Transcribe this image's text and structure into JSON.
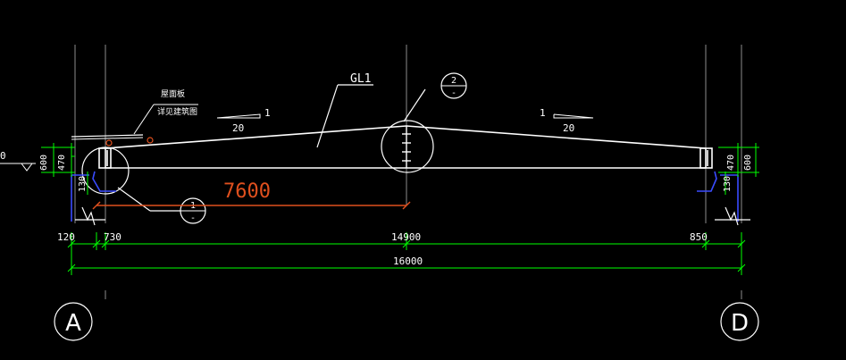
{
  "beam": {
    "label": "GL1"
  },
  "slope": {
    "left_num": "1",
    "left_den": "20",
    "right_num": "1",
    "right_den": "20"
  },
  "note": {
    "line1": "屋面板",
    "line2": "详见建筑图"
  },
  "detail_markers": [
    {
      "number": "2",
      "sheet": "-"
    },
    {
      "number": "1",
      "sheet": "-"
    }
  ],
  "span_dimension": {
    "text": "7600",
    "color": "#e0501e"
  },
  "left_heights": {
    "h1": "600",
    "h2": "470",
    "h3": "130"
  },
  "right_heights": {
    "h1": "600",
    "h2": "470",
    "h3": "130"
  },
  "bottom_dims": {
    "d1": "120",
    "d2": "730",
    "d3": "14900",
    "d4": "850",
    "total": "16000"
  },
  "left_edge_label": "0",
  "axes": {
    "left": "A",
    "right": "D"
  },
  "colors": {
    "line": "#ffffff",
    "dim": "#00ff00",
    "red": "#e0501e",
    "blue": "#3a4cff",
    "grid": "#8c8c8c"
  }
}
